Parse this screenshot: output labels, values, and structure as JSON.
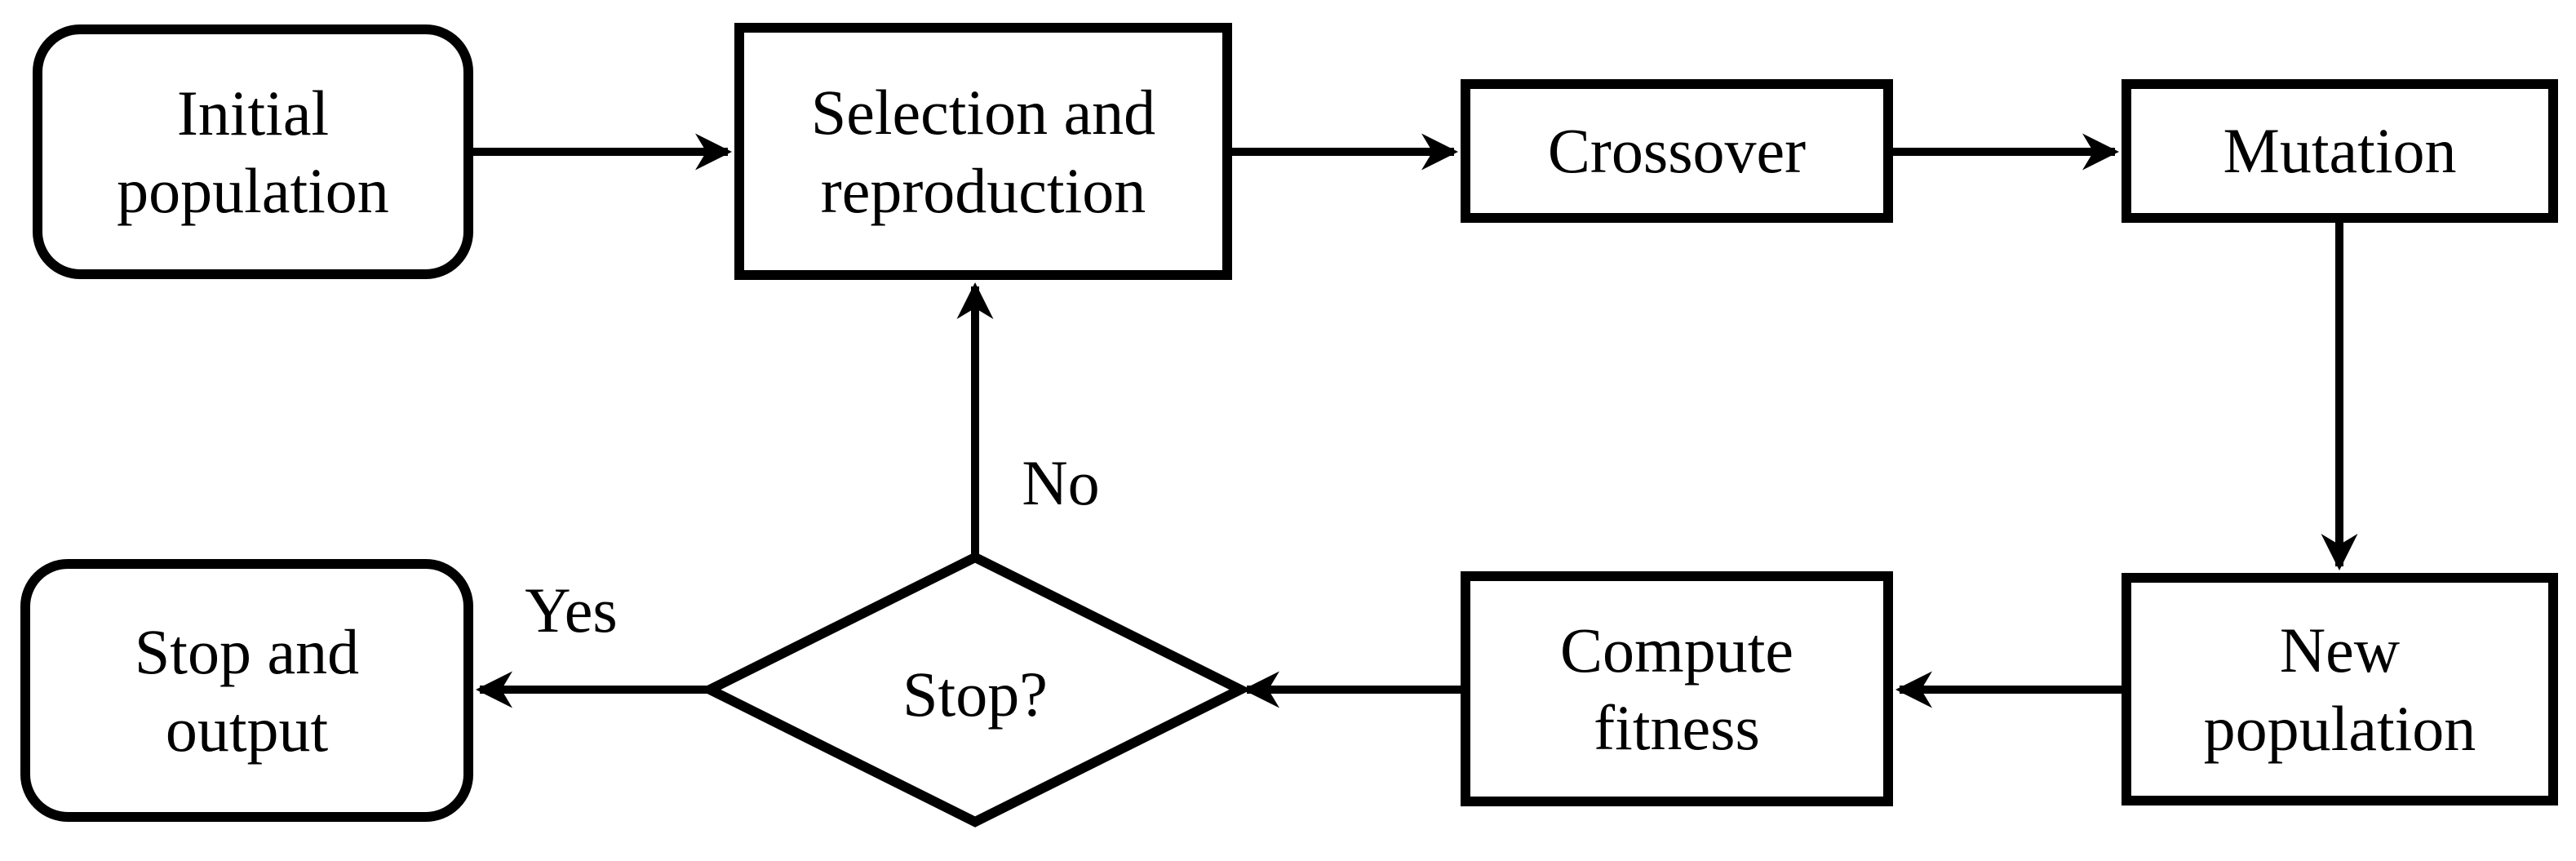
{
  "background": "#ffffff",
  "ink": "#000000",
  "nodes": {
    "initial_population": {
      "label": "Initial\npopulation",
      "shape": "rounded-rectangle"
    },
    "selection_reproduction": {
      "label": "Selection and\nreproduction",
      "shape": "rectangle"
    },
    "crossover": {
      "label": "Crossover",
      "shape": "rectangle"
    },
    "mutation": {
      "label": "Mutation",
      "shape": "rectangle"
    },
    "new_population": {
      "label": "New\npopulation",
      "shape": "rectangle"
    },
    "compute_fitness": {
      "label": "Compute\nfitness",
      "shape": "rectangle"
    },
    "stop_decision": {
      "label": "Stop?",
      "shape": "diamond"
    },
    "stop_output": {
      "label": "Stop and\noutput",
      "shape": "rounded-rectangle"
    }
  },
  "edge_labels": {
    "no": "No",
    "yes": "Yes"
  },
  "edges": [
    {
      "from": "initial_population",
      "to": "selection_reproduction",
      "label": ""
    },
    {
      "from": "selection_reproduction",
      "to": "crossover",
      "label": ""
    },
    {
      "from": "crossover",
      "to": "mutation",
      "label": ""
    },
    {
      "from": "mutation",
      "to": "new_population",
      "label": ""
    },
    {
      "from": "new_population",
      "to": "compute_fitness",
      "label": ""
    },
    {
      "from": "compute_fitness",
      "to": "stop_decision",
      "label": ""
    },
    {
      "from": "stop_decision",
      "to": "selection_reproduction",
      "label": "No"
    },
    {
      "from": "stop_decision",
      "to": "stop_output",
      "label": "Yes"
    }
  ]
}
